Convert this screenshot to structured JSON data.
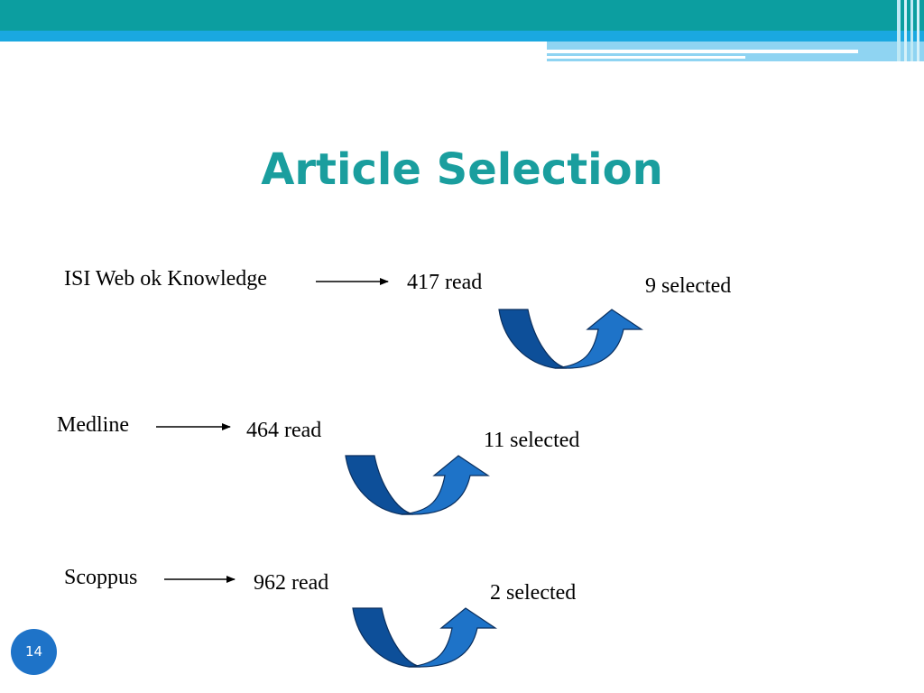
{
  "title": "Article Selection",
  "page_number": "14",
  "colors": {
    "title": "#1a9e9e",
    "banner_teal": "#0c9ea0",
    "banner_blue": "#1aa8e0",
    "banner_light": "#8fd4f2",
    "arrow_dark": "#0d4f99",
    "arrow_light": "#1e73c8",
    "page_badge": "#1e73c8"
  },
  "rows": [
    {
      "source": "ISI Web ok Knowledge",
      "read": "417 read",
      "selected": "9 selected"
    },
    {
      "source": "Medline",
      "read": "464 read",
      "selected": "11 selected"
    },
    {
      "source": "Scoppus",
      "read": "962 read",
      "selected": "2 selected"
    }
  ]
}
